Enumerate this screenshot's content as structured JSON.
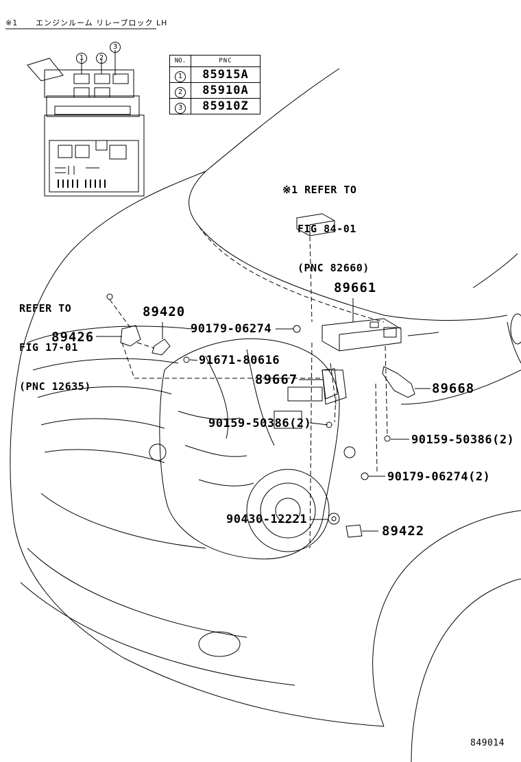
{
  "header": {
    "note_mark": "※1",
    "title": "エンジンルーム リレーブロック LH"
  },
  "pnc_table": {
    "col_no": "NO.",
    "col_pnc": "PNC",
    "rows": [
      {
        "no": "1",
        "pnc": "85915A"
      },
      {
        "no": "2",
        "pnc": "85910A"
      },
      {
        "no": "3",
        "pnc": "85910Z"
      }
    ]
  },
  "callouts": {
    "relay_1": "1",
    "relay_2": "2",
    "relay_3": "3"
  },
  "refs": {
    "ref_84": {
      "line1": "※1 REFER TO",
      "line2": "FIG 84-01",
      "line3": "(PNC 82660)"
    },
    "ref_17": {
      "line1": "REFER TO",
      "line2": "FIG 17-01",
      "line3": "(PNC 12635)"
    }
  },
  "parts": {
    "p89661": "89661",
    "p89420": "89420",
    "p89426": "89426",
    "p90179_06274": "90179-06274",
    "p91671_80616": "91671-80616",
    "p89667": "89667",
    "p89668": "89668",
    "p90159_50386_a": "90159-50386(2)",
    "p90159_50386_b": "90159-50386(2)",
    "p90179_06274_2": "90179-06274(2)",
    "p90430_12221": "90430-12221",
    "p89422": "89422"
  },
  "footer": {
    "figure_code": "849014"
  }
}
